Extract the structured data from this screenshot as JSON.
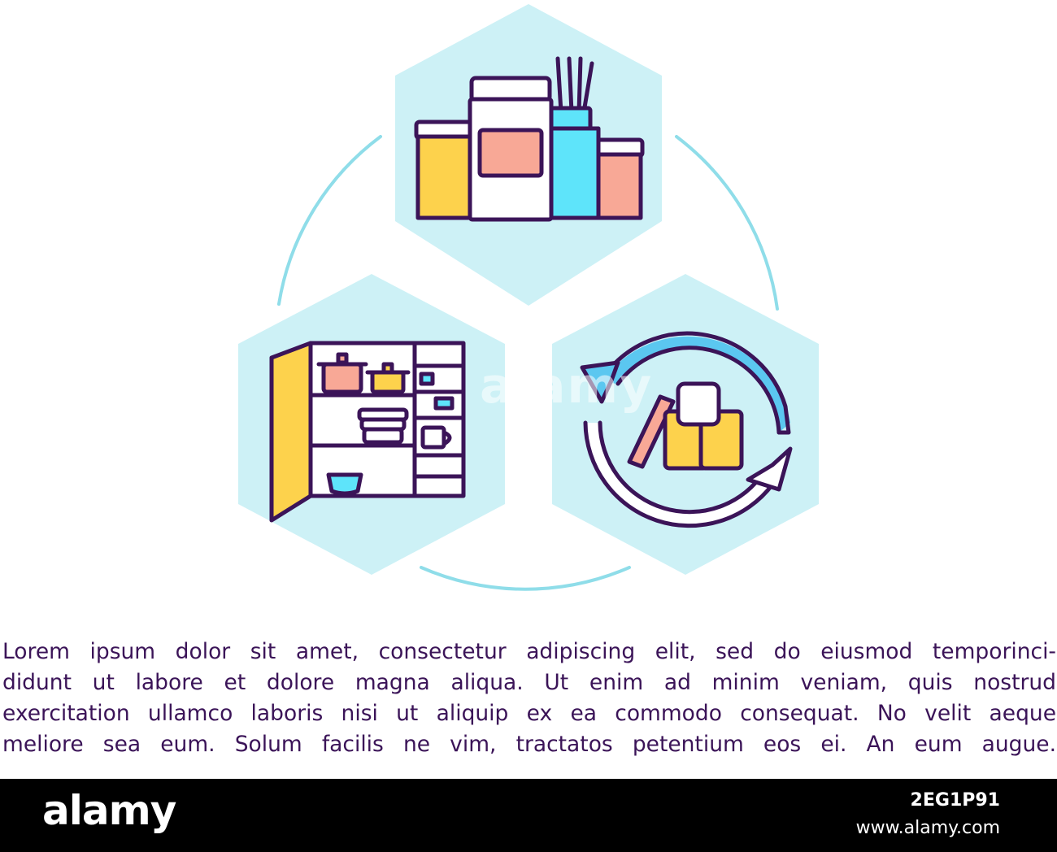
{
  "paragraph": {
    "lines": [
      "Lorem ipsum dolor sit amet, consectetur adipiscing elit, sed do eiusmod temporinci-",
      "didunt ut labore et dolore magna aliqua. Ut enim ad minim veniam, quis nostrud",
      "exercitation ullamco laboris nisi ut aliquip ex ea commodo consequat. No velit aeque",
      "meliore sea eum. Solum facilis ne vim, tractatos petentium eos ei. An eum augue."
    ]
  },
  "watermark": {
    "text": "alamy"
  },
  "footer": {
    "logo": "alamy",
    "image_id": "2EG1P91",
    "site": "www.alamy.com"
  },
  "icons": [
    "containers-icon",
    "cupboard-icon",
    "recycle-boxes-icon"
  ],
  "colors": {
    "hexagon": "#cdf1f6",
    "ring": "#7fdbe8",
    "outline": "#3b1458",
    "yellow": "#fdd24c",
    "salmon": "#f8a896",
    "cyan": "#5ee4fa",
    "arrow": "#5bc7f0"
  }
}
